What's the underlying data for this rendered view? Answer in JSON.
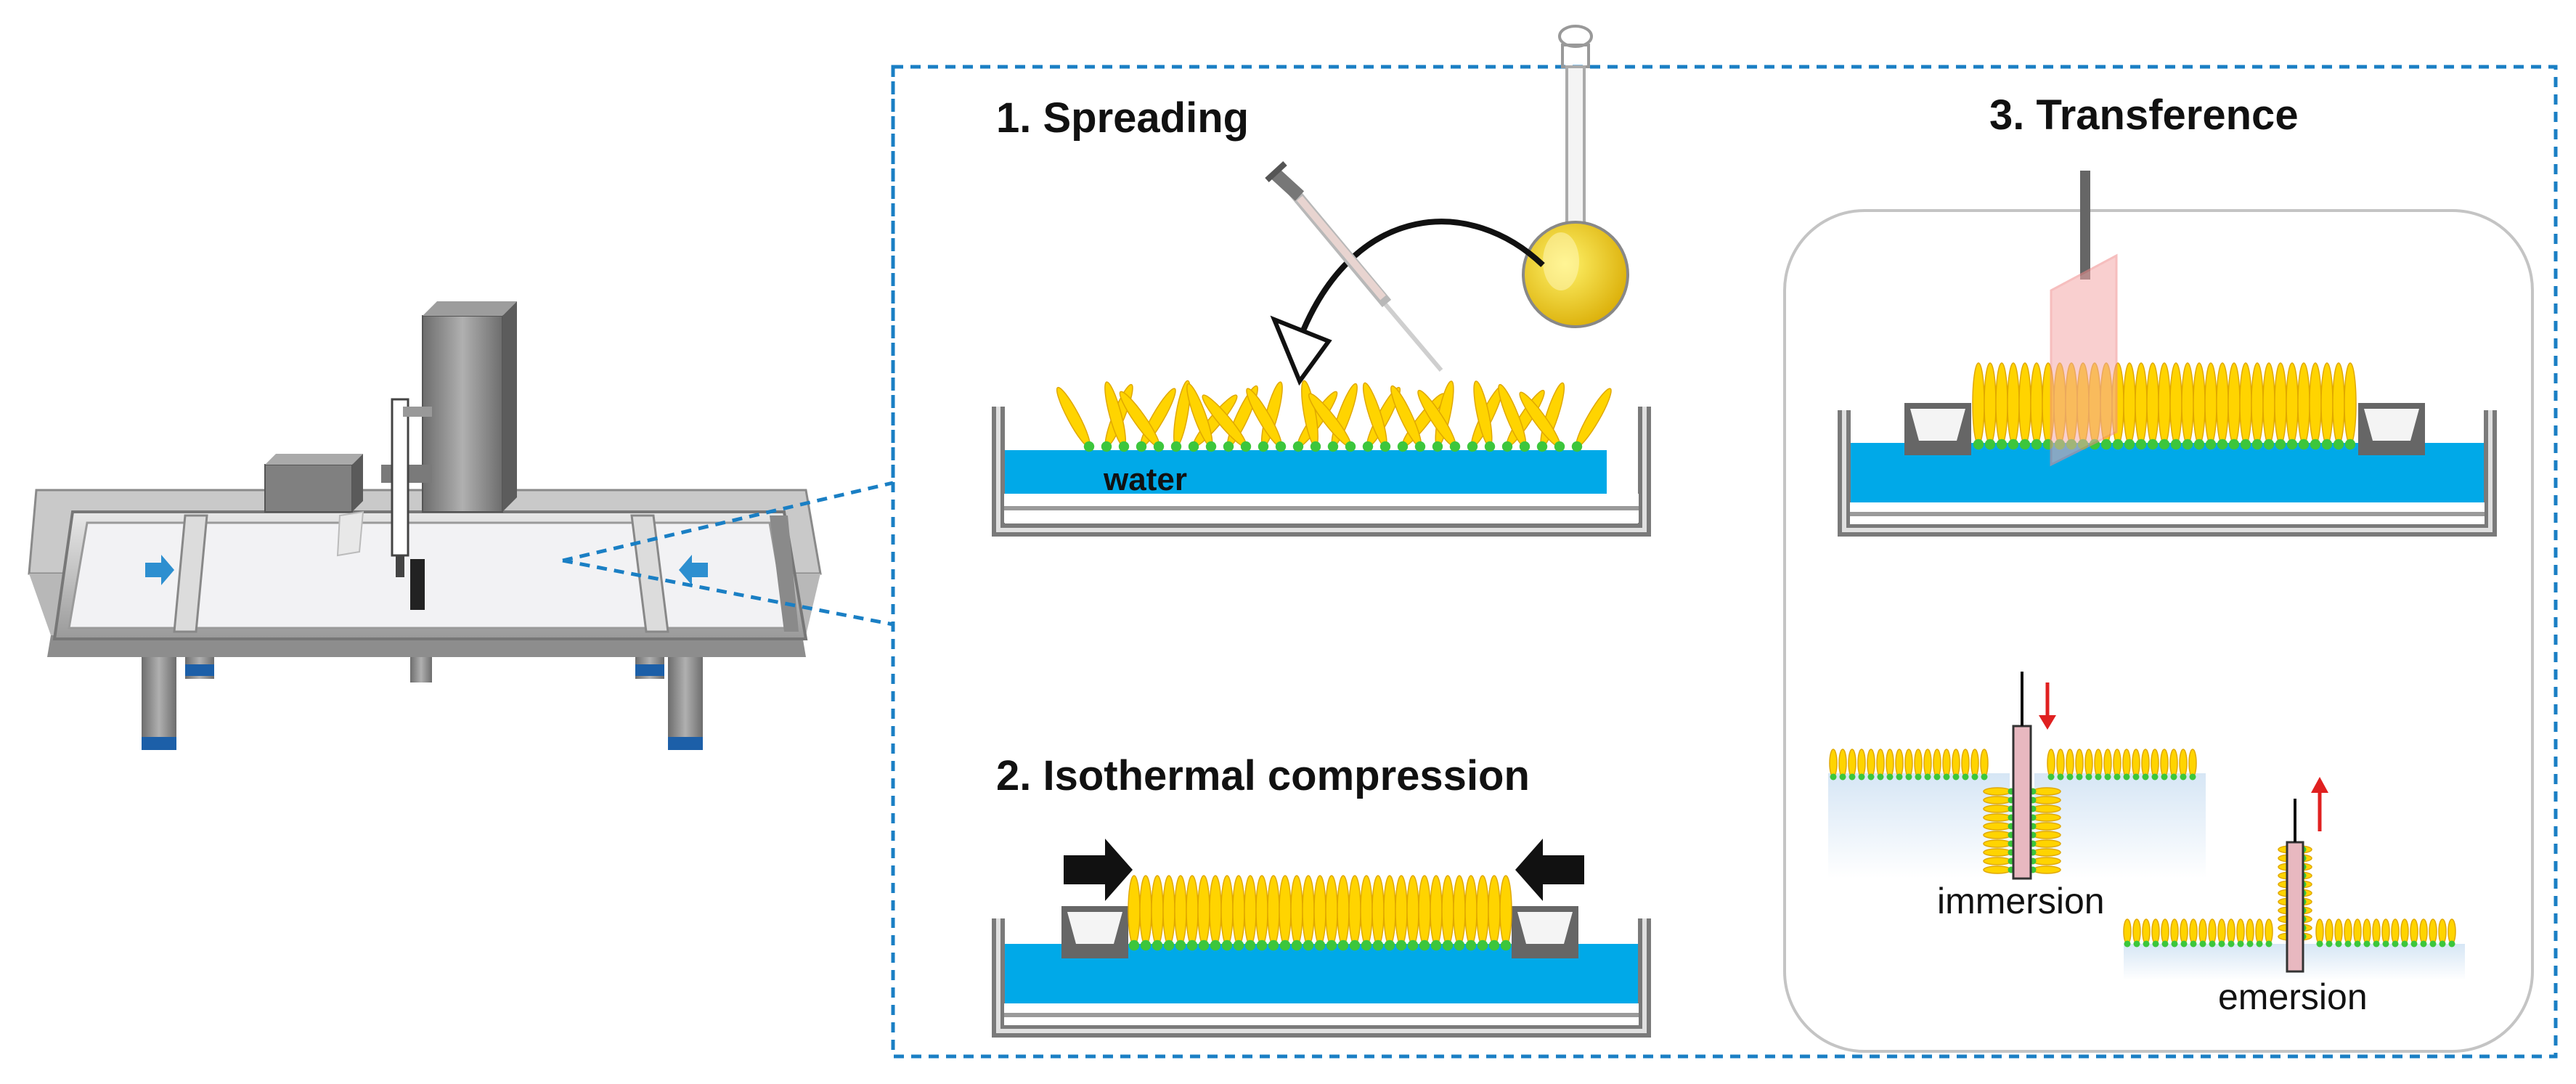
{
  "steps": {
    "spreading": {
      "title": "1. Spreading",
      "water_label": "water"
    },
    "compression": {
      "title": "2. Isothermal compression"
    },
    "transference": {
      "title": "3. Transference",
      "immersion_label": "immersion",
      "emersion_label": "emersion"
    }
  },
  "colors": {
    "water": "#00a9e8",
    "tail": "#ffd400",
    "head": "#3cc63c",
    "panel_border": "#1a7fc4",
    "arrow_red": "#e02020",
    "substrate": "#f2b7b7"
  },
  "icons": [
    "langmuir-trough-icon",
    "syringe-icon",
    "volumetric-flask-icon",
    "barrier-icon",
    "substrate-icon"
  ]
}
